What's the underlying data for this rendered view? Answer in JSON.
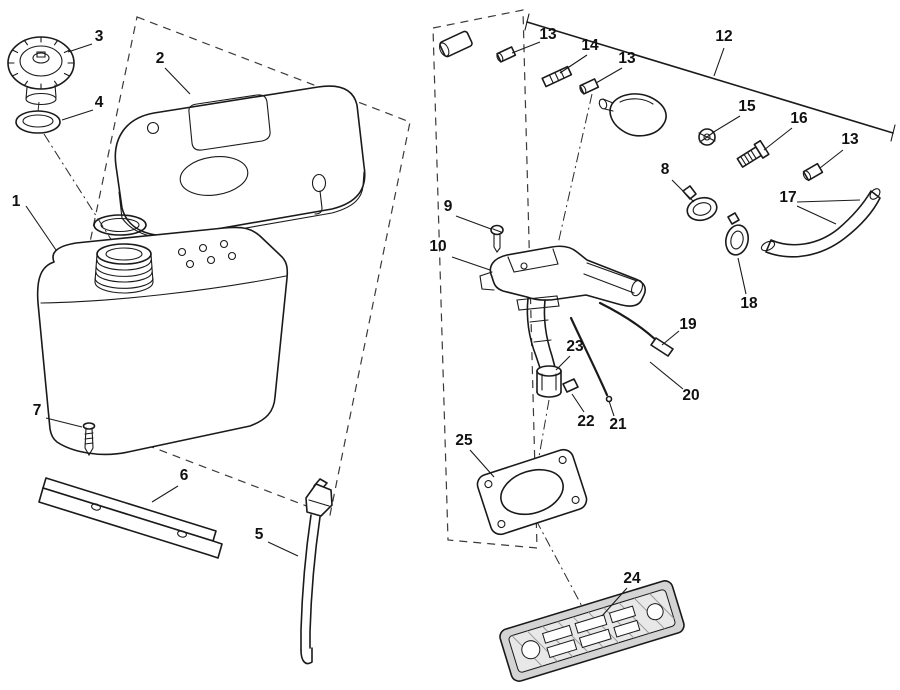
{
  "colors": {
    "line": "#1a1a1a",
    "background": "#ffffff",
    "plate_fill": "#d4d4d4"
  },
  "callouts": [
    "1",
    "2",
    "3",
    "4",
    "5",
    "6",
    "7",
    "8",
    "9",
    "10",
    "12",
    "13",
    "14",
    "13",
    "15",
    "16",
    "13",
    "17",
    "18",
    "19",
    "20",
    "21",
    "22",
    "23",
    "24",
    "25"
  ]
}
